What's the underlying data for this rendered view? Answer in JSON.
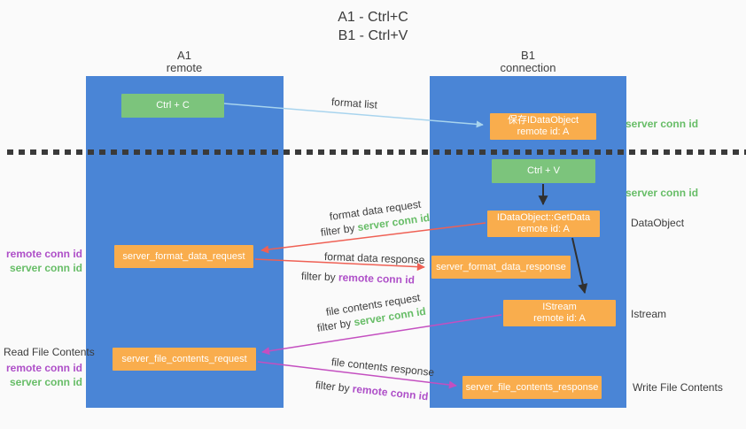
{
  "title": {
    "line1": "A1 - Ctrl+C",
    "line2": "B1 - Ctrl+V"
  },
  "columns": {
    "left": {
      "name": "A1",
      "subtitle": "remote"
    },
    "right": {
      "name": "B1",
      "subtitle": "connection"
    }
  },
  "nodes": {
    "ctrl_c": "Ctrl + C",
    "ctrl_v": "Ctrl + V",
    "save_idataobject": {
      "line1": "保存IDataObject",
      "line2": "remote id: A"
    },
    "getdata": {
      "line1": "IDataObject::GetData",
      "line2": "remote id: A"
    },
    "istream": {
      "line1": "IStream",
      "line2": "remote id: A"
    },
    "format_request": "server_format_data_request",
    "format_response": "server_format_data_response",
    "file_request": "server_file_contents_request",
    "file_response": "server_file_contents_response"
  },
  "edge_labels": {
    "format_list": "format list",
    "format_data_request": "format data request",
    "format_data_response": "format data response",
    "file_contents_request": "file contents request",
    "file_contents_response": "file contents response",
    "filter_by": "filter by ",
    "server_conn_id": "server conn id",
    "remote_conn_id": "remote conn id"
  },
  "side_labels": {
    "server_conn_id_top": "server conn id",
    "server_conn_id_mid": "server conn id",
    "dataobject": "DataObject",
    "istream": "Istream",
    "write_file_contents": "Write File Contents",
    "read_file_contents": "Read File Contents",
    "remote_conn_id": "remote conn id",
    "server_conn_id": "server conn id"
  },
  "colors": {
    "panel_blue": "#4a85d6",
    "node_green": "#7cc47c",
    "node_orange": "#f9ad4d",
    "arrow_light_blue": "#a8d4ee",
    "arrow_red": "#ef6054",
    "arrow_magenta": "#c44fc0",
    "arrow_black": "#303030",
    "label_green": "#67bd67",
    "label_purple": "#ae4fc8",
    "background": "#fafafa"
  }
}
